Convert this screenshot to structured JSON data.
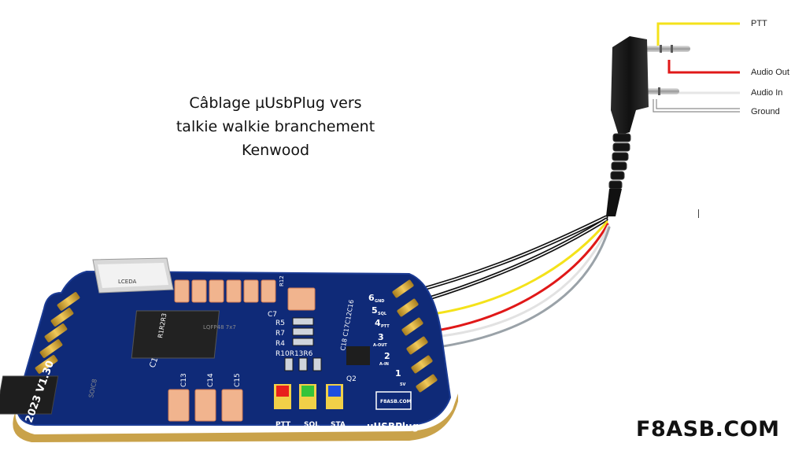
{
  "title_lines": [
    "Câblage µUsbPlug vers",
    "talkie walkie branchement",
    "Kenwood"
  ],
  "wire_labels": {
    "ptt": "PTT",
    "audio_out": "Audio Out",
    "audio_in": "Audio In",
    "ground": "Ground"
  },
  "brand": "F8ASB.COM",
  "board": {
    "usb_label": "LCEDA",
    "chip_label": "LQFP48 7x7",
    "regulator_label": "SOIC8",
    "version_label": "2023 V1.30",
    "board_name": "uUSBPlug",
    "logo_text": "F8ASB.COM",
    "pin_labels": [
      {
        "num": "6",
        "name": "GND"
      },
      {
        "num": "5",
        "name": "SQL"
      },
      {
        "num": "4",
        "name": "PTT"
      },
      {
        "num": "3",
        "name": "A-OUT"
      },
      {
        "num": "2",
        "name": "A-IN"
      },
      {
        "num": "1",
        "name": "5V"
      }
    ],
    "led_labels": [
      "PTT",
      "SQL",
      "STA"
    ],
    "component_labels": {
      "c7": "C7",
      "r5": "R5",
      "r7": "R7",
      "r4": "R4",
      "r10r13r6": "R10R13R6",
      "q2": "Q2",
      "c1": "C1",
      "c13": "C13",
      "c14": "C14",
      "c15": "C15",
      "c12c16": "C18 C17C12C16",
      "r1r2r3": "R1R2R3",
      "r12": "R12"
    },
    "led_colors": {
      "ptt": "#e8201c",
      "sql": "#35c43a",
      "sta": "#1f4fe0"
    }
  },
  "colors": {
    "board": "#0f2a78",
    "board_edge": "#c9a24a",
    "wire_ptt": "#f4e21a",
    "wire_audio_out": "#e01818",
    "wire_audio_in": "#cfcfcf",
    "wire_ground": "#9aa2a8",
    "wire_black": "#111111"
  }
}
